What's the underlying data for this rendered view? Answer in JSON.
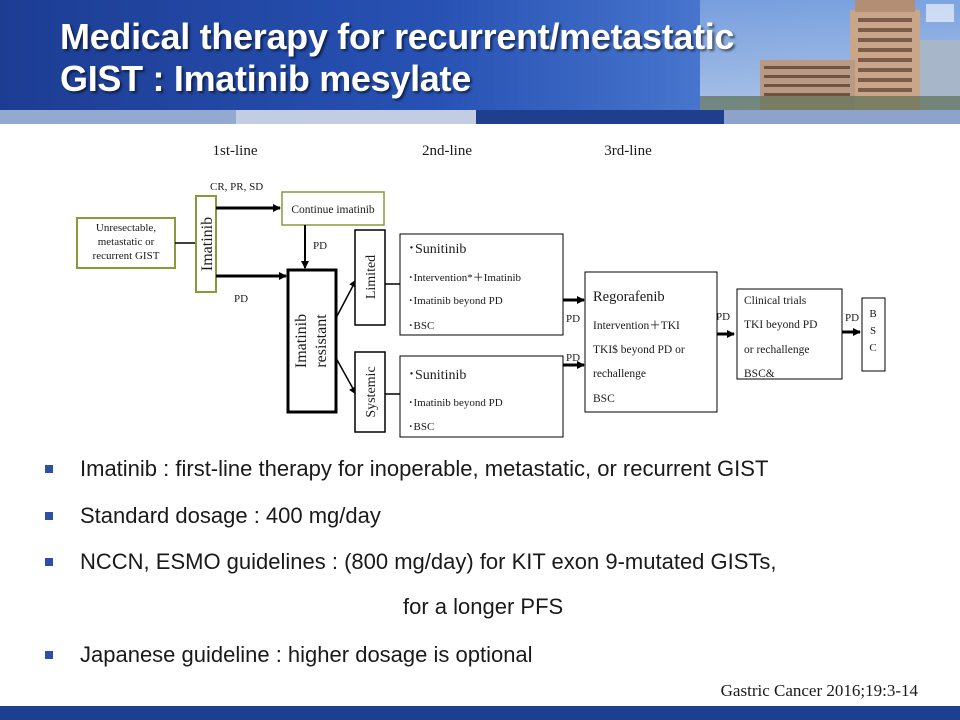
{
  "slide": {
    "title_line1": "Medical therapy for recurrent/metastatic",
    "title_line2": "GIST : Imatinib mesylate",
    "citation": "Gastric Cancer 2016;19:3-14"
  },
  "diagram": {
    "columns": [
      "1st-line",
      "2nd-line",
      "3rd-line"
    ],
    "start_box": [
      "Unresectable,",
      "metastatic or",
      "recurrent GIST"
    ],
    "imatinib_label": "Imatinib",
    "response_label": "CR, PR, SD",
    "continue_box": "Continue imatinib",
    "pd_label": "PD",
    "resistant_box": [
      "Imatinib",
      "resistant"
    ],
    "limited_label": "Limited",
    "systemic_label": "Systemic",
    "limited_options": [
      "･Sunitinib",
      "･Intervention*＋Imatinib",
      "･Imatinib beyond PD",
      "･BSC"
    ],
    "systemic_options": [
      "･Sunitinib",
      "･Imatinib beyond PD",
      "･BSC"
    ],
    "regorafenib_box": [
      "Regorafenib",
      "Intervention＋TKI",
      "TKI$ beyond PD or",
      "rechallenge",
      "BSC"
    ],
    "clinical_box": [
      "Clinical trials",
      "TKI beyond PD",
      "or rechallenge",
      "BSC&"
    ],
    "bsc_box": [
      "B",
      "S",
      "C"
    ]
  },
  "bullets": [
    "Imatinib : first-line therapy for inoperable, metastatic, or recurrent GIST",
    "Standard dosage : 400 mg/day",
    "NCCN, ESMO guidelines : (800 mg/day) for KIT exon 9-mutated GISTs,",
    "for a longer PFS",
    "Japanese guideline : higher dosage is optional"
  ],
  "colors": {
    "header_blue": "#2751b3",
    "accent_navy": "#1c3f8f",
    "imatinib_box_border": "#8a9a3a",
    "bullet_marker": "#2d4fa8"
  }
}
